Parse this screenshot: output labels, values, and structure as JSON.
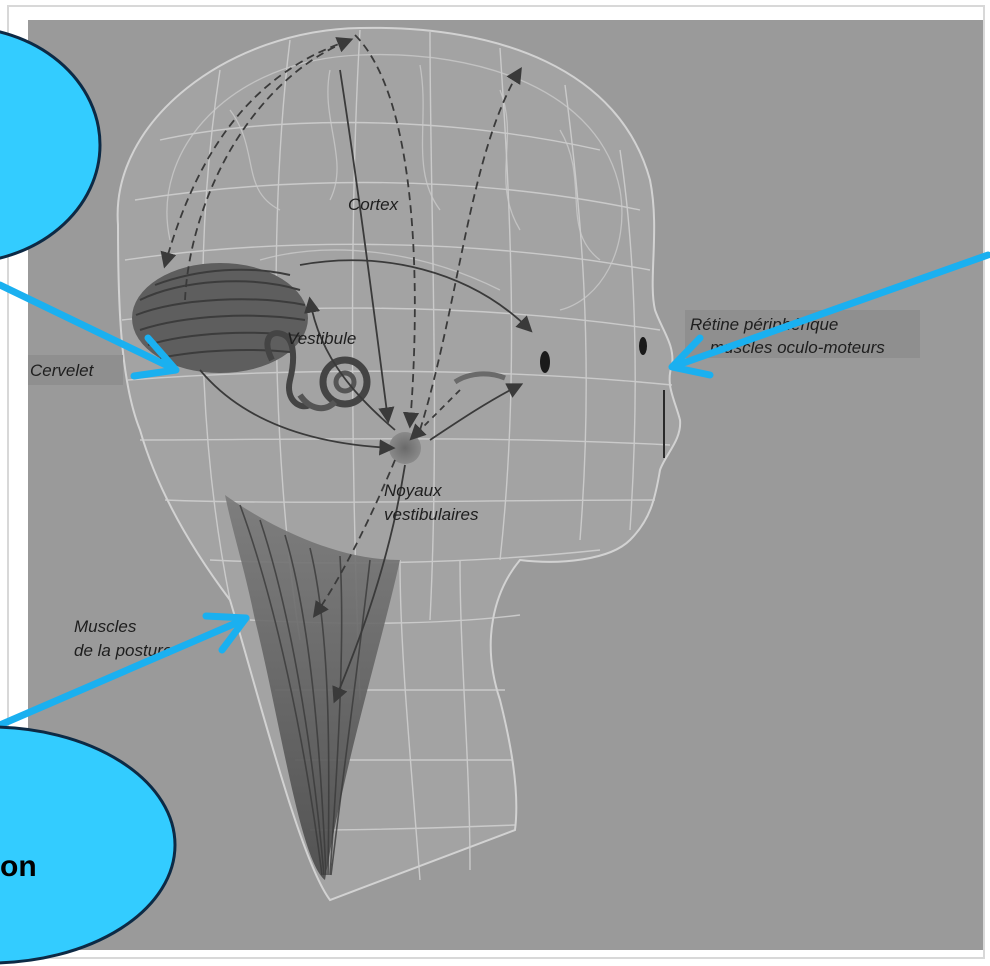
{
  "labels": {
    "cortex": "Cortex",
    "vestibule": "Vestibule",
    "cervelet": "Cervelet",
    "noyaux_line1": "Noyaux",
    "noyaux_line2": "vestibulaires",
    "muscles_line1": "Muscles",
    "muscles_line2": "de la posture",
    "retine_line1": "Rétine périphérique",
    "retine_line2": "muscles oculo-moteurs"
  },
  "bubbles": {
    "bottom_text": "on"
  },
  "colors": {
    "bubble_fill": "#33ccff",
    "bubble_stroke": "#0d2a45",
    "arrow": "#1ab0f0",
    "figure_bg": "#9a9a9a"
  }
}
